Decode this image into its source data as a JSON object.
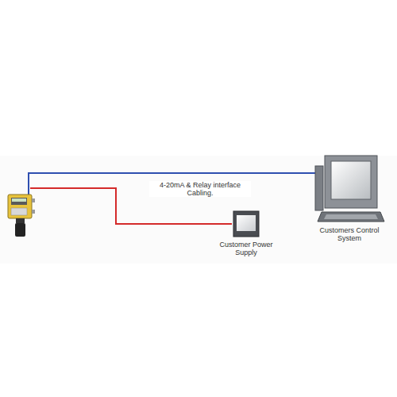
{
  "diagram": {
    "nodes": [
      {
        "text": [
          "Customer Power Supply"
        ]
      },
      {
        "text": [
          "Customers Control System"
        ]
      }
    ],
    "labels": [
      "4-20mA & Relay interface Cabling."
    ]
  }
}
